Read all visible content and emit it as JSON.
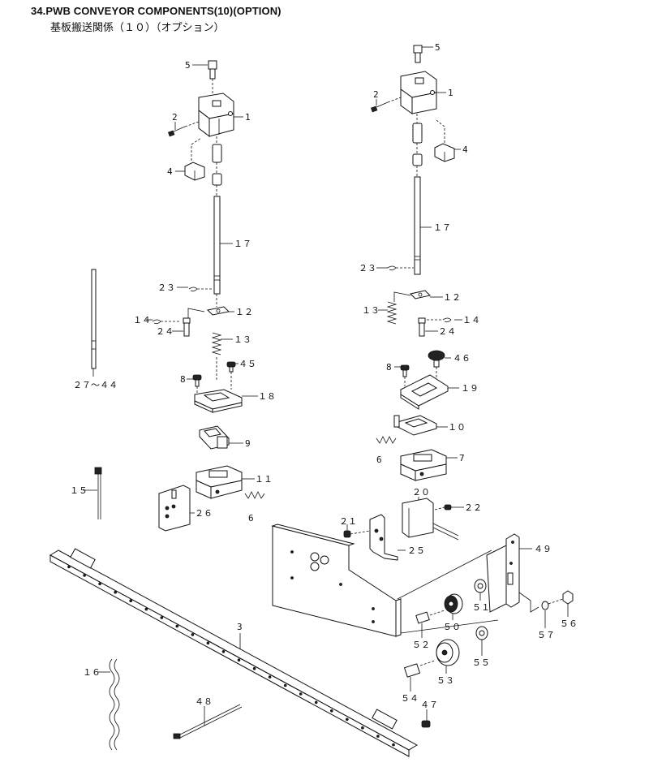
{
  "header": {
    "title": "34.PWB CONVEYOR COMPONENTS(10)(OPTION)",
    "subtitle": "基板搬送関係（１０）（オプション）"
  },
  "callouts": {
    "l5": "5",
    "l2": "2",
    "l1": "1",
    "l4": "4",
    "l17": "１７",
    "l23": "２３",
    "l12": "１２",
    "l14": "１４",
    "l24": "２４",
    "l13": "１３",
    "l8": "8",
    "l45": "４５",
    "l18": "１８",
    "l9": "9",
    "l11": "１１",
    "l26": "２６",
    "l6": "6",
    "l15": "１５",
    "l27_44": "２７～４４",
    "r5": "5",
    "r2": "2",
    "r1": "1",
    "r4": "4",
    "r17": "１７",
    "r23": "２３",
    "r12": "１２",
    "r13": "１３",
    "r14": "１４",
    "r24": "２４",
    "r8": "8",
    "r46": "４６",
    "r19": "１９",
    "r10": "１０",
    "r6": "6",
    "r7": "7",
    "r20": "２０",
    "r22": "２２",
    "r21": "２１",
    "r25": "２５",
    "r49": "４９",
    "r51": "５１",
    "r50": "５０",
    "r52": "５２",
    "r57": "５７",
    "r56": "５６",
    "r55": "５５",
    "r53": "５３",
    "r54": "５４",
    "r47": "４７",
    "b3": "3",
    "b16": "１６",
    "b48": "４８"
  }
}
